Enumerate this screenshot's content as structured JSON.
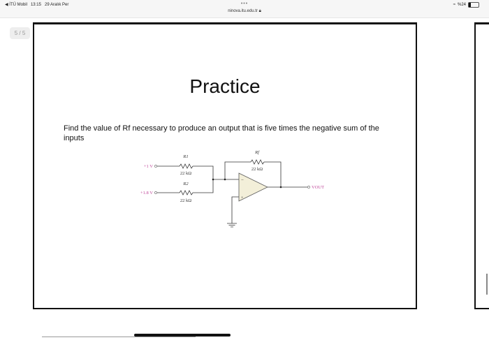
{
  "status_bar": {
    "carrier": "◀ İTÜ Mobil",
    "time": "13:15",
    "date": "29 Aralık Per",
    "url": "ninova.itu.edu.tr",
    "battery": "%24",
    "battery_level": 0.24
  },
  "viewer": {
    "page_counter": "5 / 5"
  },
  "slide": {
    "title": "Practice",
    "question": "Find the value of Rf necessary to produce an output that is five times the negative sum of the inputs",
    "circuit": {
      "input1": "+1 V",
      "input2": "+1.8 V",
      "r1_label": "R1",
      "r1_value": "22 kΩ",
      "r2_label": "R2",
      "r2_value": "22 kΩ",
      "rf_label": "Rf",
      "rf_value": "22 kΩ",
      "output_label": "VOUT",
      "minus": "−",
      "plus": "+"
    }
  },
  "colors": {
    "label_accent": "#c0489a",
    "opamp_fill": "#f3efd9"
  }
}
